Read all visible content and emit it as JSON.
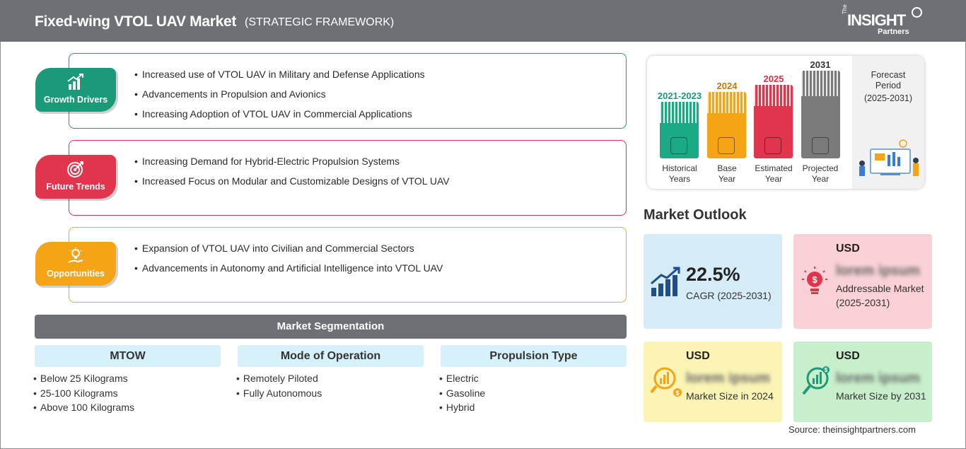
{
  "header": {
    "title": "Fixed-wing VTOL UAV Market",
    "subtitle": "(STRATEGIC FRAMEWORK)",
    "logo": {
      "the": "The",
      "insight": "INSIGHT",
      "partners": "Partners"
    }
  },
  "framework": [
    {
      "label": "Growth Drivers",
      "icon": "bar-chart-growth-icon",
      "color": "#1a9a78",
      "items": [
        "Increased use of VTOL UAV in Military and Defense Applications",
        "Advancements in Propulsion and Avionics",
        "Increasing Adoption of VTOL UAV in Commercial Applications"
      ]
    },
    {
      "label": "Future Trends",
      "icon": "target-icon",
      "color": "#e1354d",
      "items": [
        "Increasing Demand for Hybrid-Electric Propulsion Systems",
        "Increased Focus on Modular and Customizable Designs of VTOL UAV"
      ]
    },
    {
      "label": "Opportunities",
      "icon": "lightbulb-hand-icon",
      "color": "#f5a416",
      "items": [
        "Expansion of VTOL UAV into Civilian and Commercial Sectors",
        "Advancements in Autonomy and Artificial Intelligence into VTOL UAV"
      ]
    }
  ],
  "segmentation": {
    "title": "Market Segmentation",
    "columns": [
      {
        "header": "MTOW",
        "items": [
          "Below 25 Kilograms",
          "25-100 Kilograms",
          "Above 100 Kilograms"
        ]
      },
      {
        "header": "Mode of Operation",
        "items": [
          "Remotely Piloted",
          "Fully Autonomous"
        ]
      },
      {
        "header": "Propulsion Type",
        "items": [
          "Electric",
          "Gasoline",
          "Hybrid"
        ]
      }
    ]
  },
  "timeline": {
    "bars": [
      {
        "year": "2021-2023",
        "label_line1": "Historical",
        "label_line2": "Years",
        "color": "#1aaa86",
        "year_color": "#1a9a78",
        "icon": "history-icon"
      },
      {
        "year": "2024",
        "label_line1": "Base",
        "label_line2": "Year",
        "color": "#f5a416",
        "year_color": "#c07a0c",
        "icon": "calendar-icon"
      },
      {
        "year": "2025",
        "label_line1": "Estimated",
        "label_line2": "Year",
        "color": "#e1354d",
        "year_color": "#d8344a",
        "icon": "analytics-gear-icon"
      },
      {
        "year": "2031",
        "label_line1": "Projected",
        "label_line2": "Year",
        "color": "#7a7a7a",
        "year_color": "#333333",
        "icon": "presentation-icon"
      }
    ],
    "forecast": {
      "title_line1": "Forecast",
      "title_line2": "Period",
      "range": "(2025-2031)"
    }
  },
  "outlook": {
    "title": "Market Outlook",
    "cagr": {
      "value": "22.5%",
      "label": "CAGR (2025-2031)",
      "color": "#d5ebf6"
    },
    "addressable": {
      "currency": "USD",
      "value": "lorem ipsum",
      "label": "Addressable Market (2025-2031)",
      "color": "#f9d1d7"
    },
    "size_2024": {
      "currency": "USD",
      "value": "lorem ipsum",
      "label": "Market Size in 2024",
      "color": "#fbf4b5"
    },
    "size_2031": {
      "currency": "USD",
      "value": "lorem ipsum",
      "label": "Market Size by 2031",
      "color": "#c8efcb"
    }
  },
  "source": "Source: theinsightpartners.com"
}
